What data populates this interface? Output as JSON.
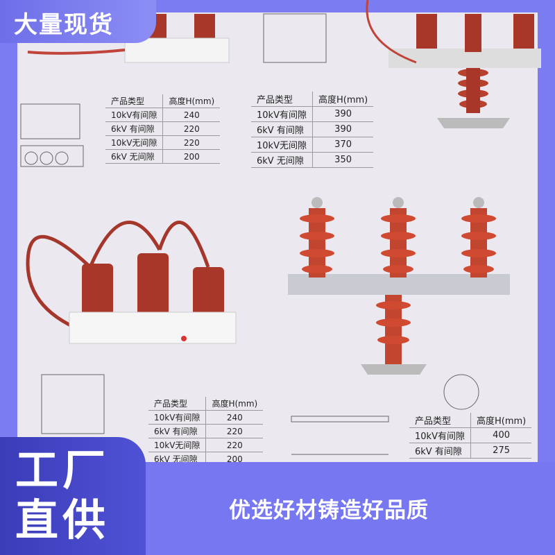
{
  "banner": {
    "top_left": "大量现货",
    "factory_line1": "工厂",
    "factory_line2": "直供",
    "slogan": "优选好材铸造好品质"
  },
  "tables": [
    {
      "headers": [
        "产品类型",
        "高度H(mm)"
      ],
      "rows": [
        [
          "10kV有间隙",
          "240"
        ],
        [
          "6kV 有间隙",
          "220"
        ],
        [
          "10kV无间隙",
          "220"
        ],
        [
          "6kV 无间隙",
          "200"
        ]
      ]
    },
    {
      "headers": [
        "产品类型",
        "高度H(mm)"
      ],
      "rows": [
        [
          "10kV有间隙",
          "390"
        ],
        [
          "6kV 有间隙",
          "390"
        ],
        [
          "10kV无间隙",
          "370"
        ],
        [
          "6kV 无间隙",
          "350"
        ]
      ]
    },
    {
      "headers": [
        "产品类型",
        "高度H(mm)"
      ],
      "rows": [
        [
          "10kV有间隙",
          "240"
        ],
        [
          "6kV 有间隙",
          "220"
        ],
        [
          "10kV无间隙",
          "220"
        ],
        [
          "6kV 无间隙",
          "200"
        ]
      ]
    },
    {
      "headers": [
        "产品类型",
        "高度H(mm)"
      ],
      "rows": [
        [
          "10kV有间隙",
          "400"
        ],
        [
          "6kV 有间隙",
          "275"
        ]
      ]
    }
  ],
  "colors": {
    "insulator": "#b23a2a",
    "accent": "#7677f1",
    "dark_accent": "#3a3cb8"
  }
}
